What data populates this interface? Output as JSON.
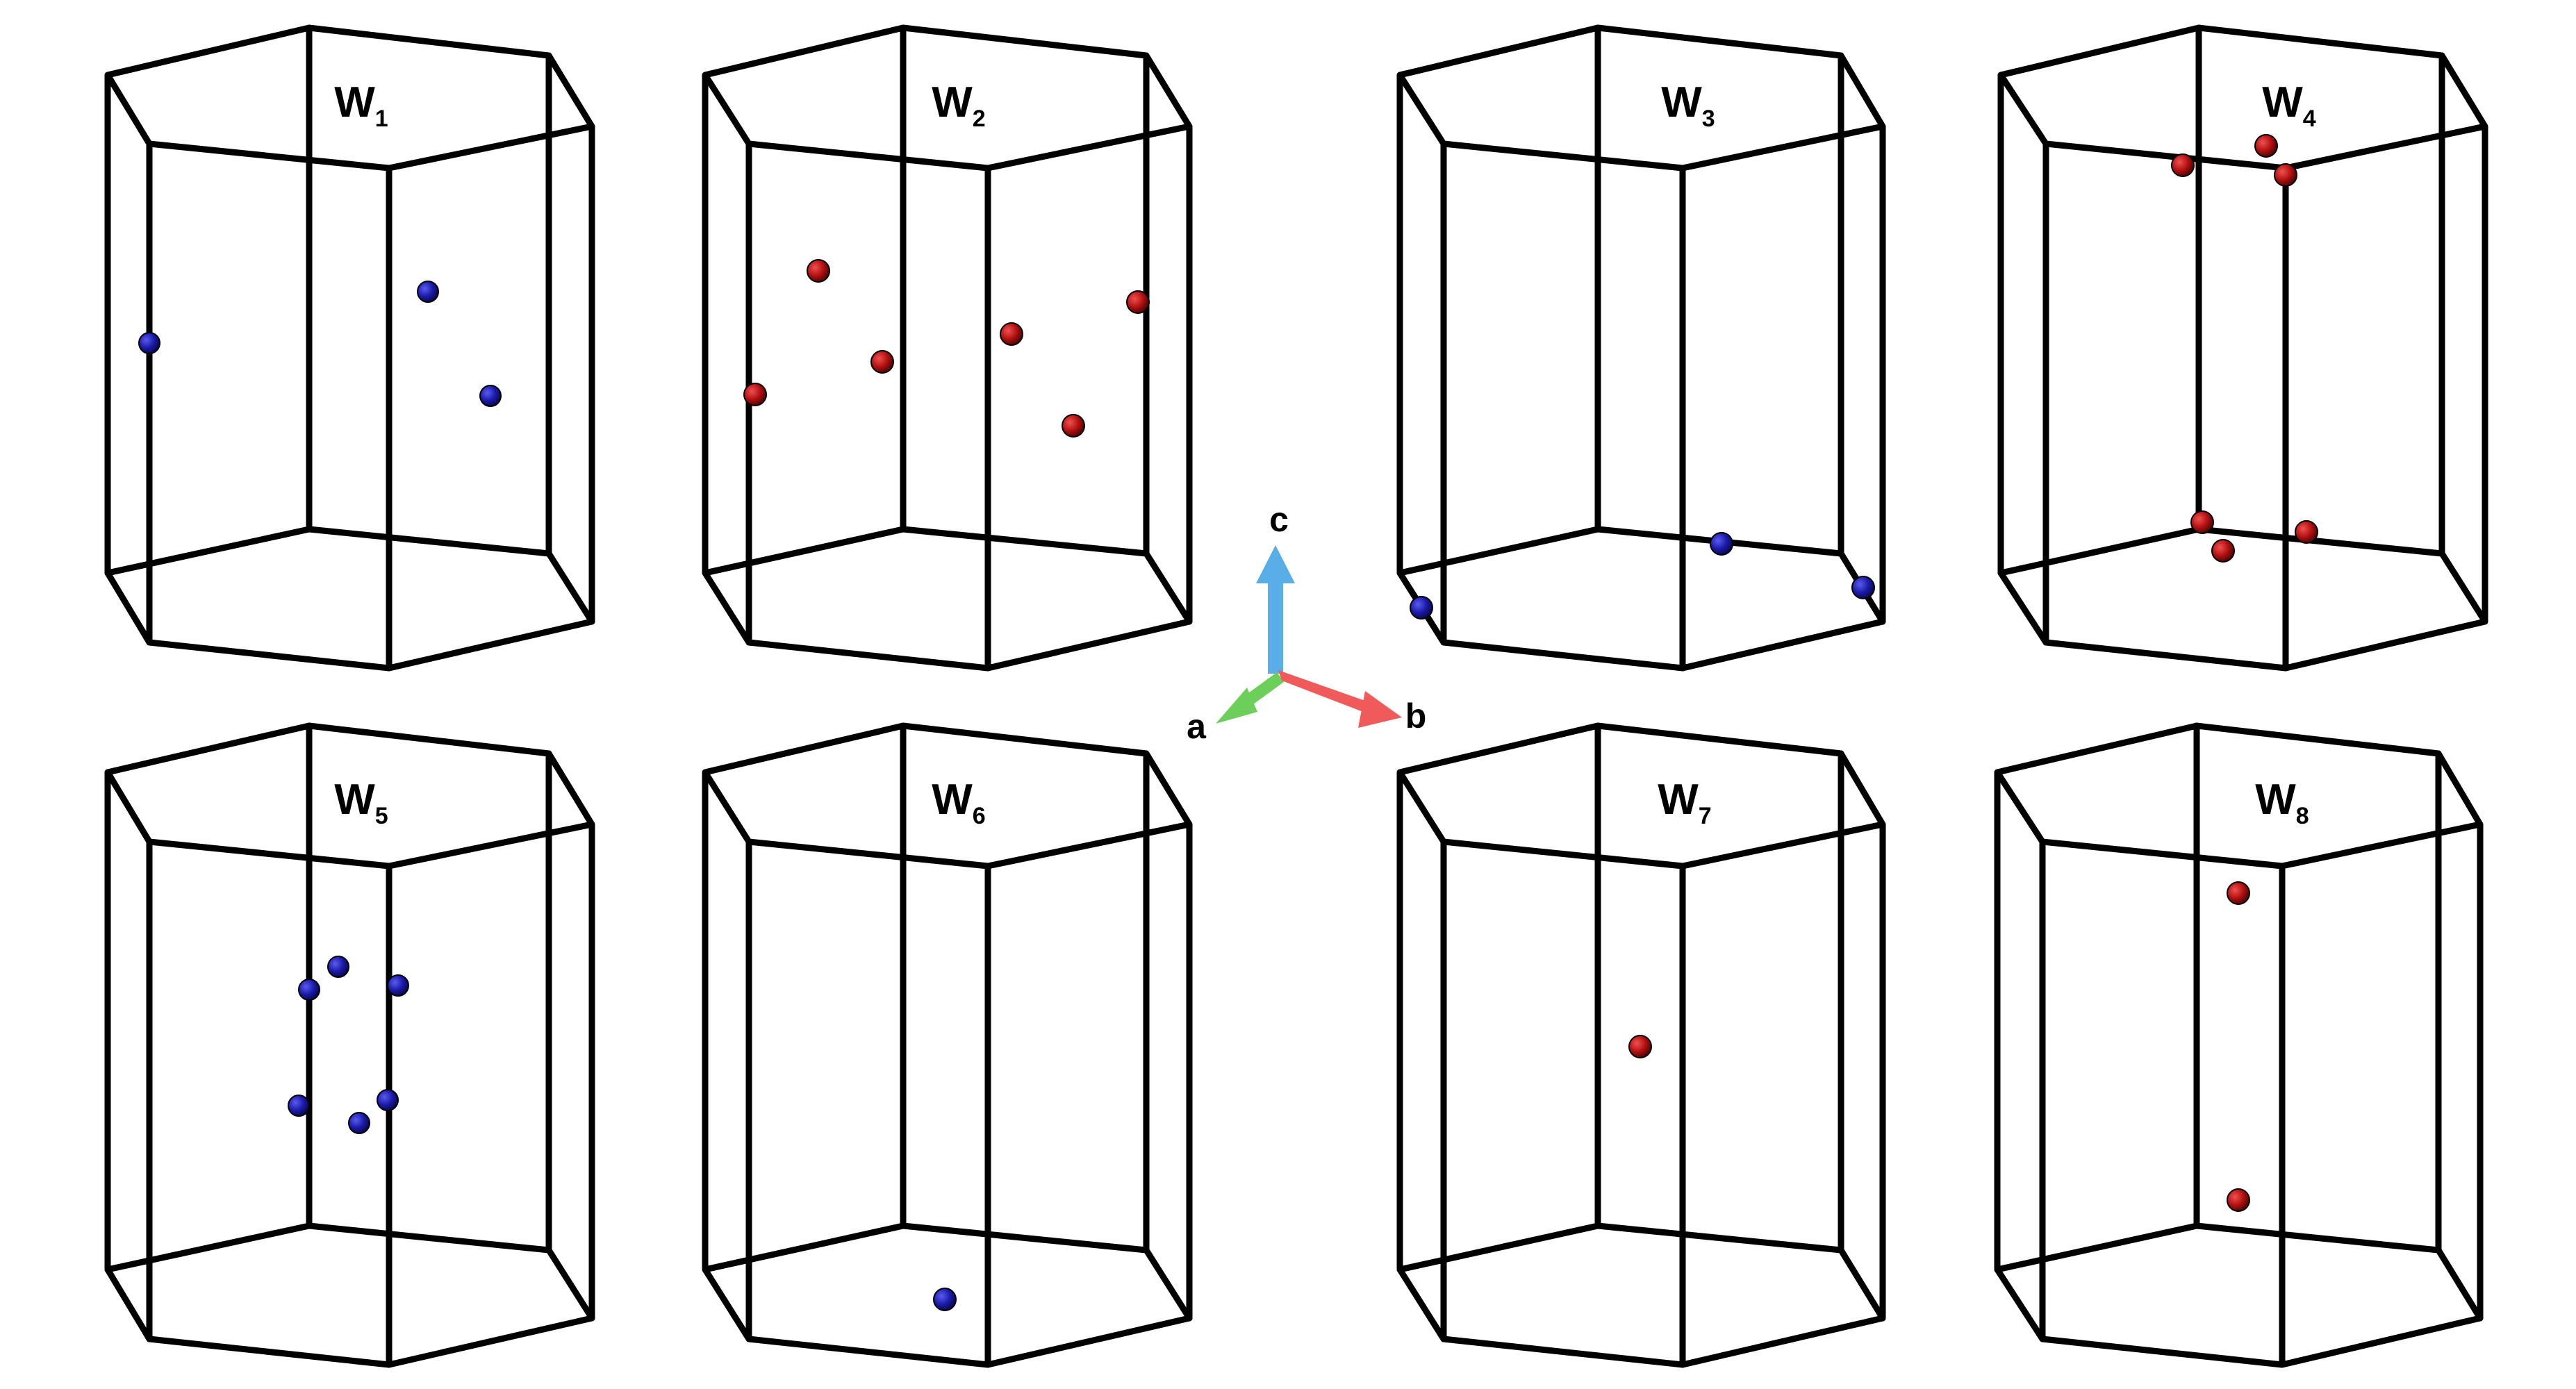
{
  "panels": [
    {
      "id": "w1",
      "label_main": "W",
      "label_sub": "1",
      "atom_color": "blue"
    },
    {
      "id": "w2",
      "label_main": "W",
      "label_sub": "2",
      "atom_color": "red"
    },
    {
      "id": "w3",
      "label_main": "W",
      "label_sub": "3",
      "atom_color": "blue"
    },
    {
      "id": "w4",
      "label_main": "W",
      "label_sub": "4",
      "atom_color": "red"
    },
    {
      "id": "w5",
      "label_main": "W",
      "label_sub": "5",
      "atom_color": "blue"
    },
    {
      "id": "w6",
      "label_main": "W",
      "label_sub": "6",
      "atom_color": "blue"
    },
    {
      "id": "w7",
      "label_main": "W",
      "label_sub": "7",
      "atom_color": "red"
    },
    {
      "id": "w8",
      "label_main": "W",
      "label_sub": "8",
      "atom_color": "red"
    }
  ],
  "axes": {
    "c": {
      "label": "c",
      "color": "#5aaee8"
    },
    "a": {
      "label": "a",
      "color": "#6ccf5a"
    },
    "b": {
      "label": "b",
      "color": "#f05a5a"
    }
  },
  "colors": {
    "blue": "#1a1aa8",
    "red": "#b01010",
    "edge": "#000000",
    "background": "#ffffff"
  }
}
